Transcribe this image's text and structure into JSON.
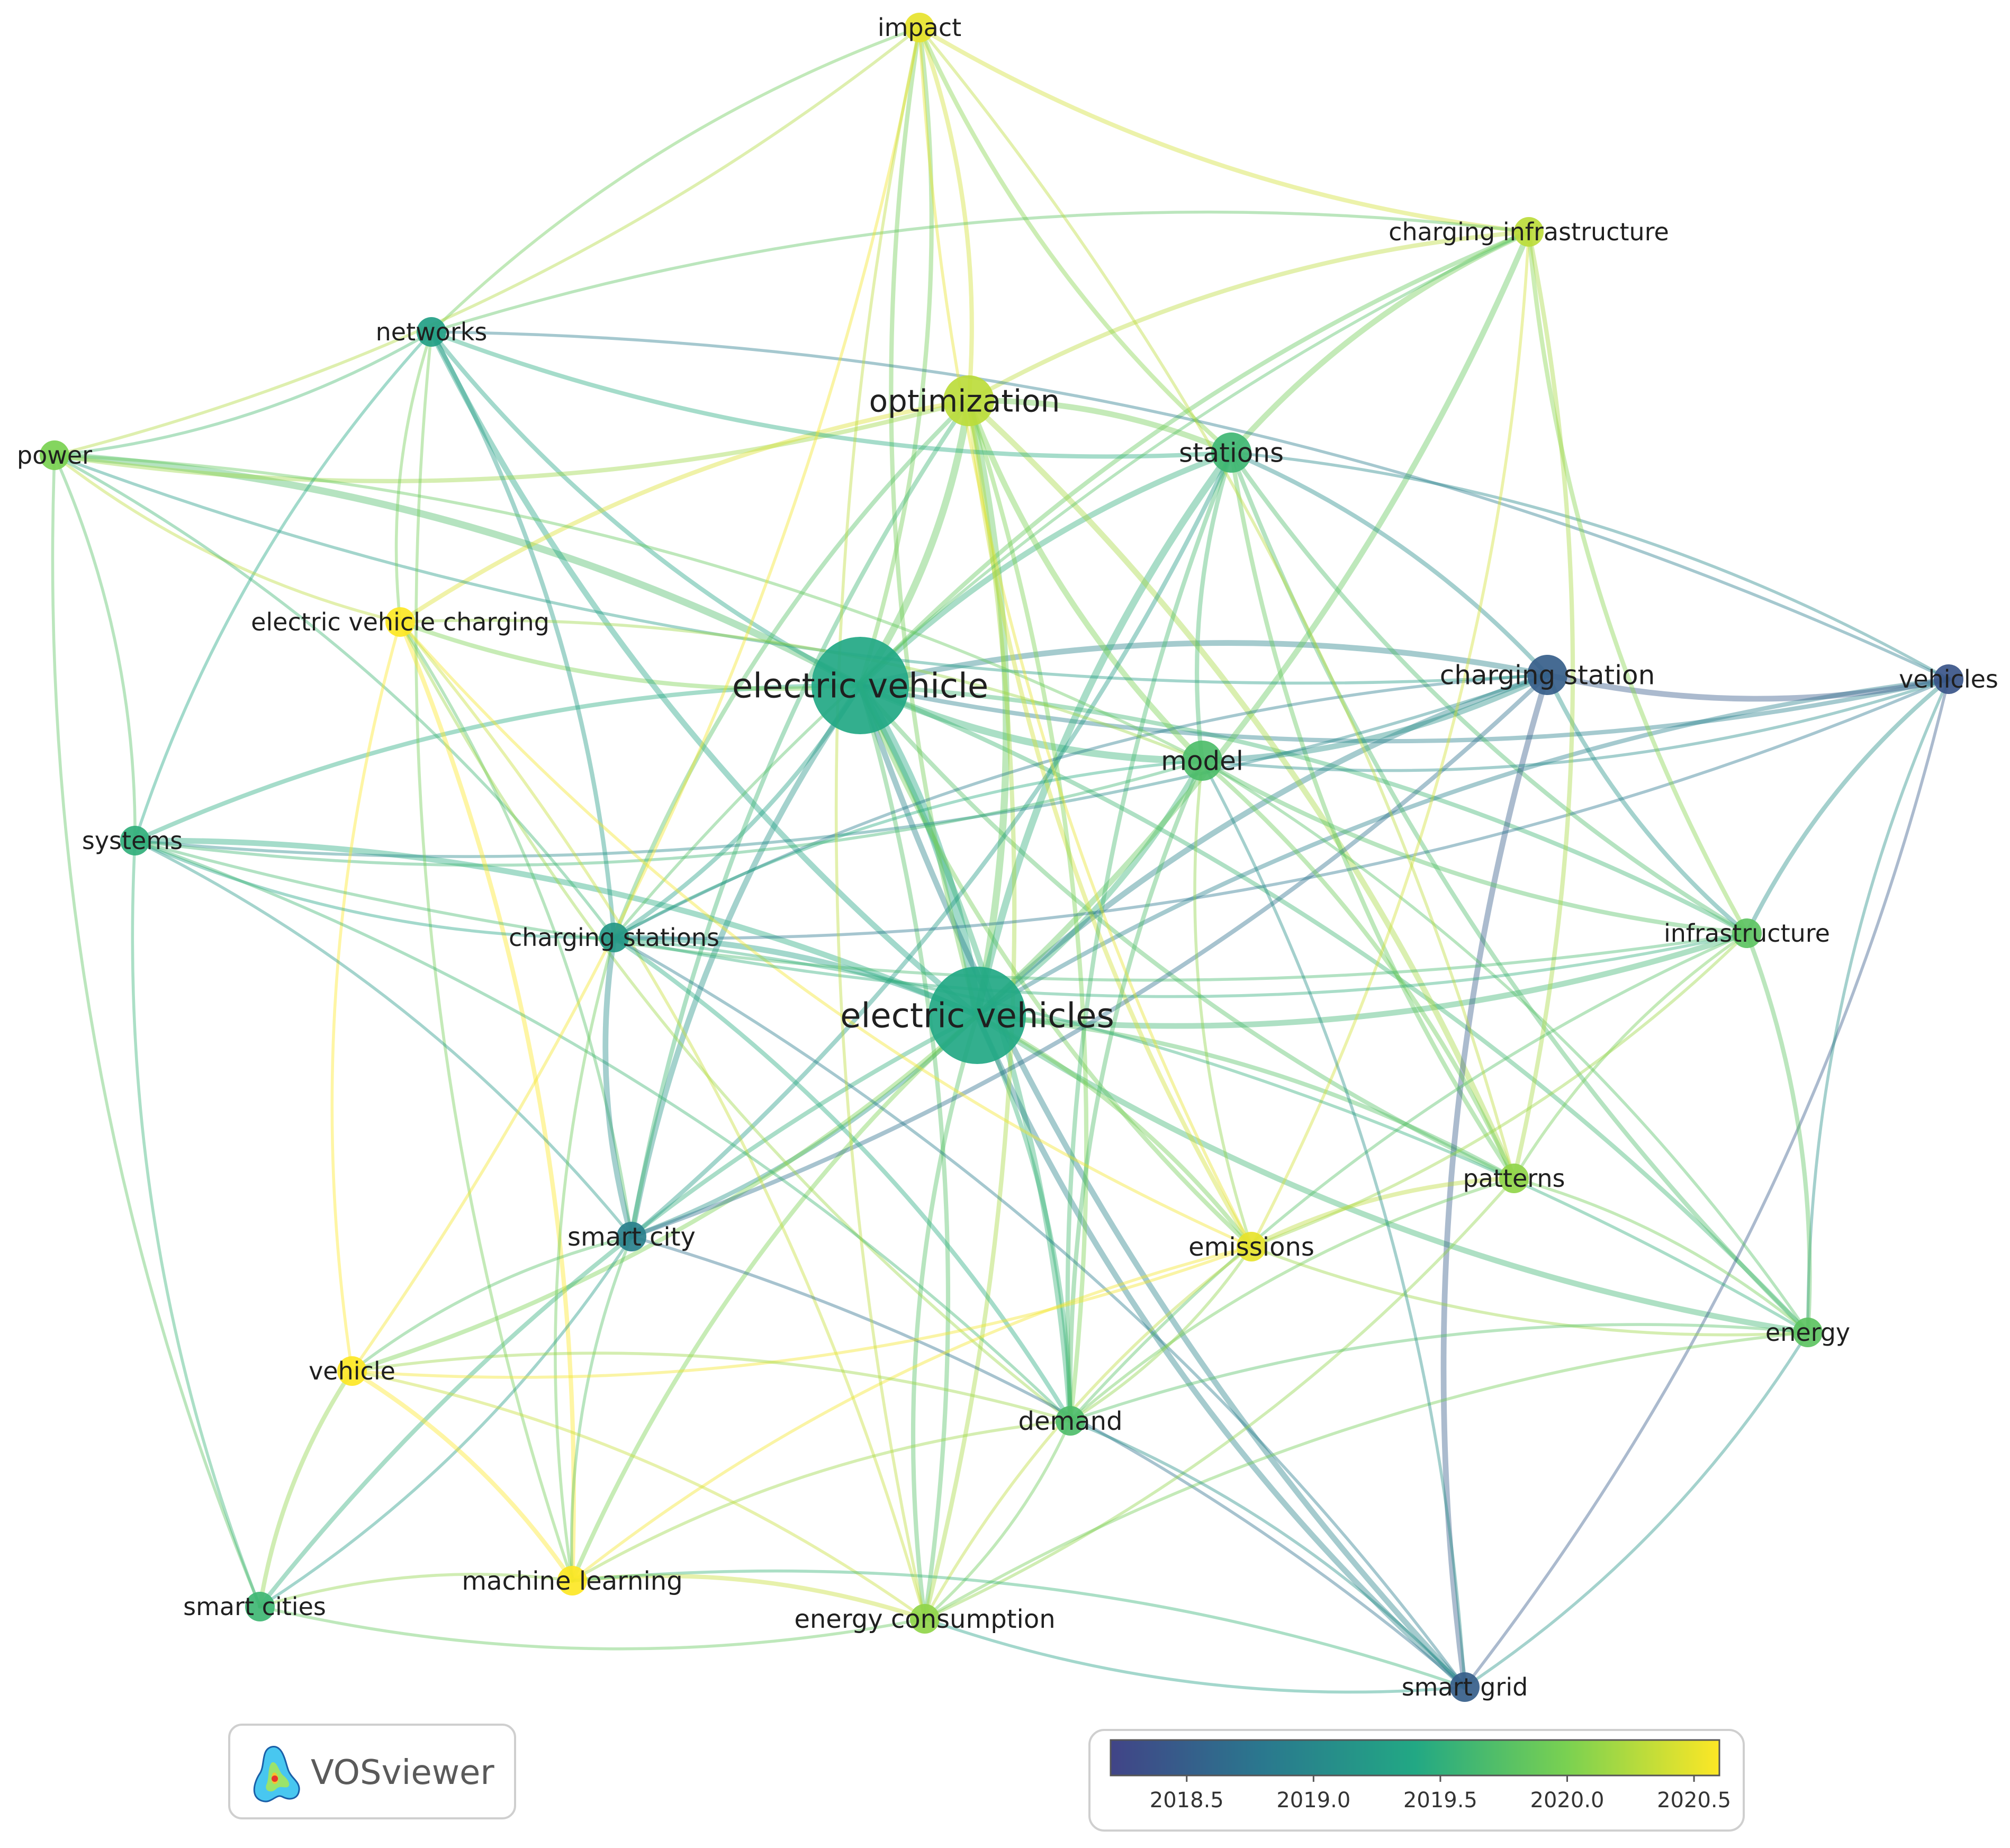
{
  "brand": {
    "name": "VOSviewer"
  },
  "colorbar": {
    "min": 2018.2,
    "max": 2020.6,
    "ticks": [
      "2018.5",
      "2019.0",
      "2019.5",
      "2020.0",
      "2020.5"
    ],
    "tick_values": [
      2018.5,
      2019.0,
      2019.5,
      2020.0,
      2020.5
    ],
    "stops": [
      "#414487",
      "#2a788e",
      "#22a884",
      "#7ad151",
      "#fde725"
    ]
  },
  "nodes": [
    {
      "id": "impact",
      "label": "impact",
      "year": 2020.5,
      "weight": 1
    },
    {
      "id": "charging-infrastructure",
      "label": "charging infrastructure",
      "year": 2020.3,
      "weight": 1
    },
    {
      "id": "networks",
      "label": "networks",
      "year": 2019.3,
      "weight": 1
    },
    {
      "id": "optimization",
      "label": "optimization",
      "year": 2020.3,
      "weight": 3
    },
    {
      "id": "power",
      "label": "power",
      "year": 2020.0,
      "weight": 1
    },
    {
      "id": "stations",
      "label": "stations",
      "year": 2019.6,
      "weight": 2
    },
    {
      "id": "electric-vehicle-charging",
      "label": "electric vehicle charging",
      "year": 2020.6,
      "weight": 1
    },
    {
      "id": "electric-vehicle",
      "label": "electric vehicle",
      "year": 2019.4,
      "weight": 6
    },
    {
      "id": "charging-station",
      "label": "charging station",
      "year": 2018.5,
      "weight": 2
    },
    {
      "id": "vehicles",
      "label": "vehicles",
      "year": 2018.4,
      "weight": 1
    },
    {
      "id": "model",
      "label": "model",
      "year": 2019.7,
      "weight": 2
    },
    {
      "id": "systems",
      "label": "systems",
      "year": 2019.5,
      "weight": 1
    },
    {
      "id": "charging-stations",
      "label": "charging stations",
      "year": 2019.2,
      "weight": 1
    },
    {
      "id": "infrastructure",
      "label": "infrastructure",
      "year": 2019.8,
      "weight": 1
    },
    {
      "id": "electric-vehicles",
      "label": "electric vehicles",
      "year": 2019.4,
      "weight": 6
    },
    {
      "id": "patterns",
      "label": "patterns",
      "year": 2020.1,
      "weight": 1
    },
    {
      "id": "smart-city",
      "label": "smart city",
      "year": 2018.9,
      "weight": 1
    },
    {
      "id": "emissions",
      "label": "emissions",
      "year": 2020.5,
      "weight": 1
    },
    {
      "id": "energy",
      "label": "energy",
      "year": 2019.8,
      "weight": 1
    },
    {
      "id": "vehicle",
      "label": "vehicle",
      "year": 2020.6,
      "weight": 1
    },
    {
      "id": "demand",
      "label": "demand",
      "year": 2019.7,
      "weight": 1
    },
    {
      "id": "smart-cities",
      "label": "smart cities",
      "year": 2019.6,
      "weight": 1
    },
    {
      "id": "machine-learning",
      "label": "machine learning",
      "year": 2020.6,
      "weight": 1
    },
    {
      "id": "energy-consumption",
      "label": "energy consumption",
      "year": 2020.1,
      "weight": 1
    },
    {
      "id": "smart-grid",
      "label": "smart grid",
      "year": 2018.5,
      "weight": 1
    }
  ],
  "links": [
    [
      "electric-vehicle",
      "electric-vehicles",
      6
    ],
    [
      "electric-vehicle",
      "optimization",
      4
    ],
    [
      "electric-vehicle",
      "stations",
      3
    ],
    [
      "electric-vehicle",
      "model",
      4
    ],
    [
      "electric-vehicle",
      "charging-station",
      3
    ],
    [
      "electric-vehicle",
      "power",
      4
    ],
    [
      "electric-vehicle",
      "networks",
      2
    ],
    [
      "electric-vehicle",
      "systems",
      2
    ],
    [
      "electric-vehicle",
      "charging-stations",
      2
    ],
    [
      "electric-vehicle",
      "smart-city",
      3
    ],
    [
      "electric-vehicle",
      "electric-vehicle-charging",
      2
    ],
    [
      "electric-vehicle",
      "impact",
      2
    ],
    [
      "electric-vehicle",
      "infrastructure",
      2
    ],
    [
      "electric-vehicle",
      "patterns",
      2
    ],
    [
      "electric-vehicle",
      "demand",
      3
    ],
    [
      "electric-vehicle",
      "smart-grid",
      3
    ],
    [
      "electric-vehicle",
      "energy",
      2
    ],
    [
      "electric-vehicle",
      "vehicles",
      2
    ],
    [
      "electric-vehicle",
      "energy-consumption",
      2
    ],
    [
      "electric-vehicle",
      "emissions",
      2
    ],
    [
      "electric-vehicle",
      "charging-infrastructure",
      2
    ],
    [
      "electric-vehicles",
      "optimization",
      4
    ],
    [
      "electric-vehicles",
      "stations",
      4
    ],
    [
      "electric-vehicles",
      "model",
      3
    ],
    [
      "electric-vehicles",
      "charging-station",
      3
    ],
    [
      "electric-vehicles",
      "charging-stations",
      3
    ],
    [
      "electric-vehicles",
      "networks",
      3
    ],
    [
      "electric-vehicles",
      "systems",
      3
    ],
    [
      "electric-vehicles",
      "smart-city",
      2
    ],
    [
      "electric-vehicles",
      "infrastructure",
      3
    ],
    [
      "electric-vehicles",
      "patterns",
      2
    ],
    [
      "electric-vehicles",
      "energy",
      3
    ],
    [
      "electric-vehicles",
      "demand",
      2
    ],
    [
      "electric-vehicles",
      "smart-grid",
      3
    ],
    [
      "electric-vehicles",
      "vehicle",
      2
    ],
    [
      "electric-vehicles",
      "smart-cities",
      2
    ],
    [
      "electric-vehicles",
      "emissions",
      2
    ],
    [
      "electric-vehicles",
      "energy-consumption",
      2
    ],
    [
      "electric-vehicles",
      "impact",
      2
    ],
    [
      "electric-vehicles",
      "charging-infrastructure",
      3
    ],
    [
      "electric-vehicles",
      "vehicles",
      2
    ],
    [
      "electric-vehicles",
      "machine-learning",
      2
    ],
    [
      "optimization",
      "stations",
      3
    ],
    [
      "optimization",
      "model",
      3
    ],
    [
      "optimization",
      "charging-infrastructure",
      2
    ],
    [
      "optimization",
      "impact",
      2
    ],
    [
      "optimization",
      "patterns",
      3
    ],
    [
      "optimization",
      "emissions",
      2
    ],
    [
      "optimization",
      "demand",
      2
    ],
    [
      "optimization",
      "charging-stations",
      2
    ],
    [
      "optimization",
      "power",
      2
    ],
    [
      "optimization",
      "electric-vehicle-charging",
      2
    ],
    [
      "optimization",
      "energy-consumption",
      2
    ],
    [
      "optimization",
      "smart-city",
      2
    ],
    [
      "stations",
      "charging-infrastructure",
      3
    ],
    [
      "stations",
      "model",
      2
    ],
    [
      "stations",
      "networks",
      2
    ],
    [
      "stations",
      "infrastructure",
      2
    ],
    [
      "stations",
      "charging-station",
      2
    ],
    [
      "stations",
      "demand",
      2
    ],
    [
      "stations",
      "impact",
      2
    ],
    [
      "stations",
      "energy",
      2
    ],
    [
      "stations",
      "smart-city",
      2
    ],
    [
      "stations",
      "patterns",
      2
    ],
    [
      "stations",
      "vehicles",
      1
    ],
    [
      "charging-station",
      "vehicles",
      3
    ],
    [
      "charging-station",
      "model",
      3
    ],
    [
      "charging-station",
      "smart-grid",
      3
    ],
    [
      "charging-station",
      "smart-city",
      2
    ],
    [
      "charging-station",
      "infrastructure",
      2
    ],
    [
      "charging-station",
      "systems",
      1
    ],
    [
      "charging-station",
      "charging-stations",
      1
    ],
    [
      "charging-station",
      "power",
      1
    ],
    [
      "vehicles",
      "infrastructure",
      2
    ],
    [
      "vehicles",
      "smart-grid",
      1
    ],
    [
      "vehicles",
      "energy",
      1
    ],
    [
      "vehicles",
      "model",
      1
    ],
    [
      "vehicles",
      "networks",
      1
    ],
    [
      "vehicles",
      "charging-stations",
      1
    ],
    [
      "model",
      "infrastructure",
      2
    ],
    [
      "model",
      "patterns",
      2
    ],
    [
      "model",
      "demand",
      2
    ],
    [
      "model",
      "energy",
      1
    ],
    [
      "model",
      "charging-stations",
      1
    ],
    [
      "model",
      "systems",
      1
    ],
    [
      "model",
      "emissions",
      1
    ],
    [
      "charging-infrastructure",
      "impact",
      2
    ],
    [
      "charging-infrastructure",
      "infrastructure",
      2
    ],
    [
      "charging-infrastructure",
      "patterns",
      2
    ],
    [
      "charging-infrastructure",
      "networks",
      1
    ],
    [
      "charging-infrastructure",
      "emissions",
      1
    ],
    [
      "charging-infrastructure",
      "charging-stations",
      1
    ],
    [
      "networks",
      "power",
      1
    ],
    [
      "networks",
      "systems",
      1
    ],
    [
      "networks",
      "charging-stations",
      2
    ],
    [
      "networks",
      "electric-vehicle-charging",
      1
    ],
    [
      "networks",
      "impact",
      1
    ],
    [
      "networks",
      "machine-learning",
      1
    ],
    [
      "power",
      "systems",
      1
    ],
    [
      "power",
      "electric-vehicle-charging",
      1
    ],
    [
      "power",
      "charging-stations",
      1
    ],
    [
      "power",
      "smart-cities",
      1
    ],
    [
      "power",
      "model",
      1
    ],
    [
      "power",
      "impact",
      1
    ],
    [
      "electric-vehicle-charging",
      "machine-learning",
      2
    ],
    [
      "electric-vehicle-charging",
      "vehicle",
      1
    ],
    [
      "electric-vehicle-charging",
      "smart-city",
      1
    ],
    [
      "electric-vehicle-charging",
      "demand",
      1
    ],
    [
      "electric-vehicle-charging",
      "model",
      1
    ],
    [
      "electric-vehicle-charging",
      "emissions",
      1
    ],
    [
      "electric-vehicle-charging",
      "energy-consumption",
      1
    ],
    [
      "systems",
      "charging-stations",
      1
    ],
    [
      "systems",
      "smart-city",
      1
    ],
    [
      "systems",
      "infrastructure",
      1
    ],
    [
      "systems",
      "demand",
      1
    ],
    [
      "charging-stations",
      "smart-city",
      3
    ],
    [
      "charging-stations",
      "demand",
      2
    ],
    [
      "charging-stations",
      "machine-learning",
      1
    ],
    [
      "charging-stations",
      "smart-grid",
      1
    ],
    [
      "charging-stations",
      "infrastructure",
      1
    ],
    [
      "charging-stations",
      "energy",
      1
    ],
    [
      "smart-city",
      "vehicle",
      1
    ],
    [
      "smart-city",
      "smart-cities",
      1
    ],
    [
      "smart-city",
      "machine-learning",
      1
    ],
    [
      "smart-city",
      "smart-grid",
      1
    ],
    [
      "infrastructure",
      "patterns",
      1
    ],
    [
      "infrastructure",
      "energy",
      2
    ],
    [
      "infrastructure",
      "demand",
      1
    ],
    [
      "infrastructure",
      "emissions",
      1
    ],
    [
      "patterns",
      "emissions",
      2
    ],
    [
      "patterns",
      "energy",
      1
    ],
    [
      "patterns",
      "demand",
      1
    ],
    [
      "patterns",
      "energy-consumption",
      1
    ],
    [
      "emissions",
      "energy-consumption",
      1
    ],
    [
      "emissions",
      "demand",
      1
    ],
    [
      "emissions",
      "energy",
      1
    ],
    [
      "emissions",
      "vehicle",
      1
    ],
    [
      "emissions",
      "machine-learning",
      1
    ],
    [
      "emissions",
      "impact",
      1
    ],
    [
      "energy",
      "demand",
      1
    ],
    [
      "energy",
      "smart-grid",
      1
    ],
    [
      "energy",
      "energy-consumption",
      1
    ],
    [
      "demand",
      "energy-consumption",
      1
    ],
    [
      "demand",
      "machine-learning",
      1
    ],
    [
      "demand",
      "smart-grid",
      1
    ],
    [
      "demand",
      "vehicle",
      1
    ],
    [
      "vehicle",
      "machine-learning",
      2
    ],
    [
      "vehicle",
      "smart-cities",
      2
    ],
    [
      "vehicle",
      "energy-consumption",
      1
    ],
    [
      "vehicle",
      "impact",
      1
    ],
    [
      "machine-learning",
      "energy-consumption",
      2
    ],
    [
      "machine-learning",
      "smart-cities",
      1
    ],
    [
      "machine-learning",
      "smart-grid",
      1
    ],
    [
      "smart-cities",
      "energy-consumption",
      1
    ],
    [
      "smart-cities",
      "systems",
      1
    ],
    [
      "energy-consumption",
      "smart-grid",
      1
    ],
    [
      "energy-consumption",
      "impact",
      1
    ],
    [
      "smart-grid",
      "model",
      1
    ],
    [
      "impact",
      "patterns",
      1
    ]
  ]
}
